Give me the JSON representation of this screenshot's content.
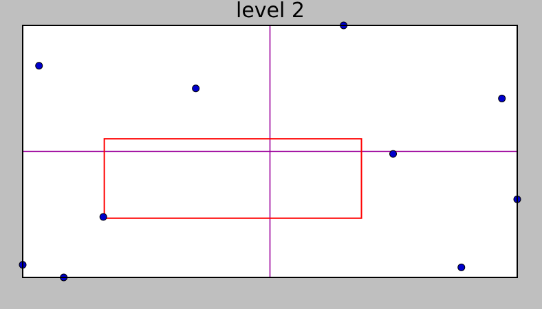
{
  "chart_data": {
    "type": "scatter",
    "title": "level 2",
    "xlabel": "",
    "ylabel": "",
    "xlim": [
      0,
      1
    ],
    "ylim": [
      0,
      1
    ],
    "grid": false,
    "series": [
      {
        "marker_color": "#0000cc",
        "points": [
          {
            "x": 0.0,
            "y": 0.05
          },
          {
            "x": 0.033,
            "y": 0.84
          },
          {
            "x": 0.083,
            "y": 0.0
          },
          {
            "x": 0.163,
            "y": 0.24
          },
          {
            "x": 0.35,
            "y": 0.75
          },
          {
            "x": 0.649,
            "y": 1.0
          },
          {
            "x": 0.749,
            "y": 0.49
          },
          {
            "x": 0.887,
            "y": 0.04
          },
          {
            "x": 0.969,
            "y": 0.71
          },
          {
            "x": 1.0,
            "y": 0.31
          }
        ]
      }
    ],
    "crosshair": {
      "x": 0.5,
      "y": 0.5,
      "color": "#9b009b"
    },
    "region": {
      "x0": 0.165,
      "x1": 0.685,
      "y0": 0.235,
      "y1": 0.55,
      "color": "#ff0000"
    },
    "background": "#bfbfbf",
    "axes_face": "#ffffff"
  }
}
